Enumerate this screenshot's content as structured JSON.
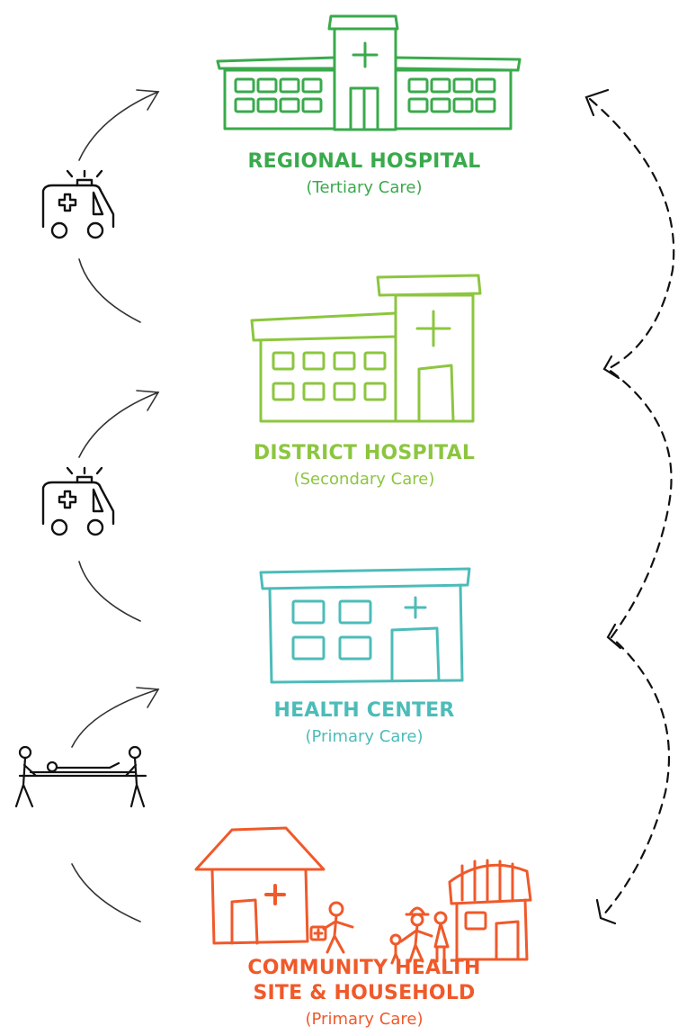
{
  "colors": {
    "regional": "#3aaa4c",
    "district": "#8cc63f",
    "health_center": "#4cbcb9",
    "community": "#f0592a",
    "ink": "#222222"
  },
  "levels": [
    {
      "name": "REGIONAL HOSPITAL",
      "care": "(Tertiary Care)"
    },
    {
      "name": "DISTRICT HOSPITAL",
      "care": "(Secondary Care)"
    },
    {
      "name": "HEALTH CENTER",
      "care": "(Primary Care)"
    },
    {
      "name": "COMMUNITY HEALTH\nSITE & HOUSEHOLD",
      "care": "(Primary Care)"
    }
  ],
  "transport": [
    {
      "icon": "ambulance-icon"
    },
    {
      "icon": "ambulance-icon"
    },
    {
      "icon": "stretcher-icon"
    }
  ],
  "referral_arrows": {
    "left": "upward referral arrows",
    "right": "dashed downward return arrow"
  }
}
